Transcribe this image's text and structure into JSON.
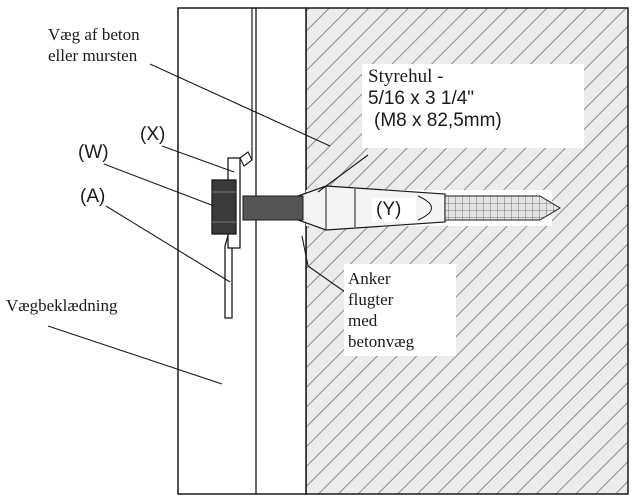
{
  "labels": {
    "wall_line1": "Væg af beton",
    "wall_line2": "eller mursten",
    "pilot_line1": "Styrehul -",
    "pilot_line2": "5/16 x 3 1/4\"",
    "pilot_line3": "(M8 x 82,5mm)",
    "x": "(X)",
    "w": "(W)",
    "a": "(A)",
    "y": "(Y)",
    "siding": "Vægbeklædning",
    "anchor_line1": "Anker",
    "anchor_line2": "flugter",
    "anchor_line3": "med",
    "anchor_line4": "betonvæg"
  },
  "colors": {
    "line": "#1a1a1a",
    "hatch": "#8a8a8a",
    "concrete": "#ececec",
    "bolt": "#555555",
    "nut": "#3a3a3a",
    "anchor": "#f2f2f2"
  }
}
